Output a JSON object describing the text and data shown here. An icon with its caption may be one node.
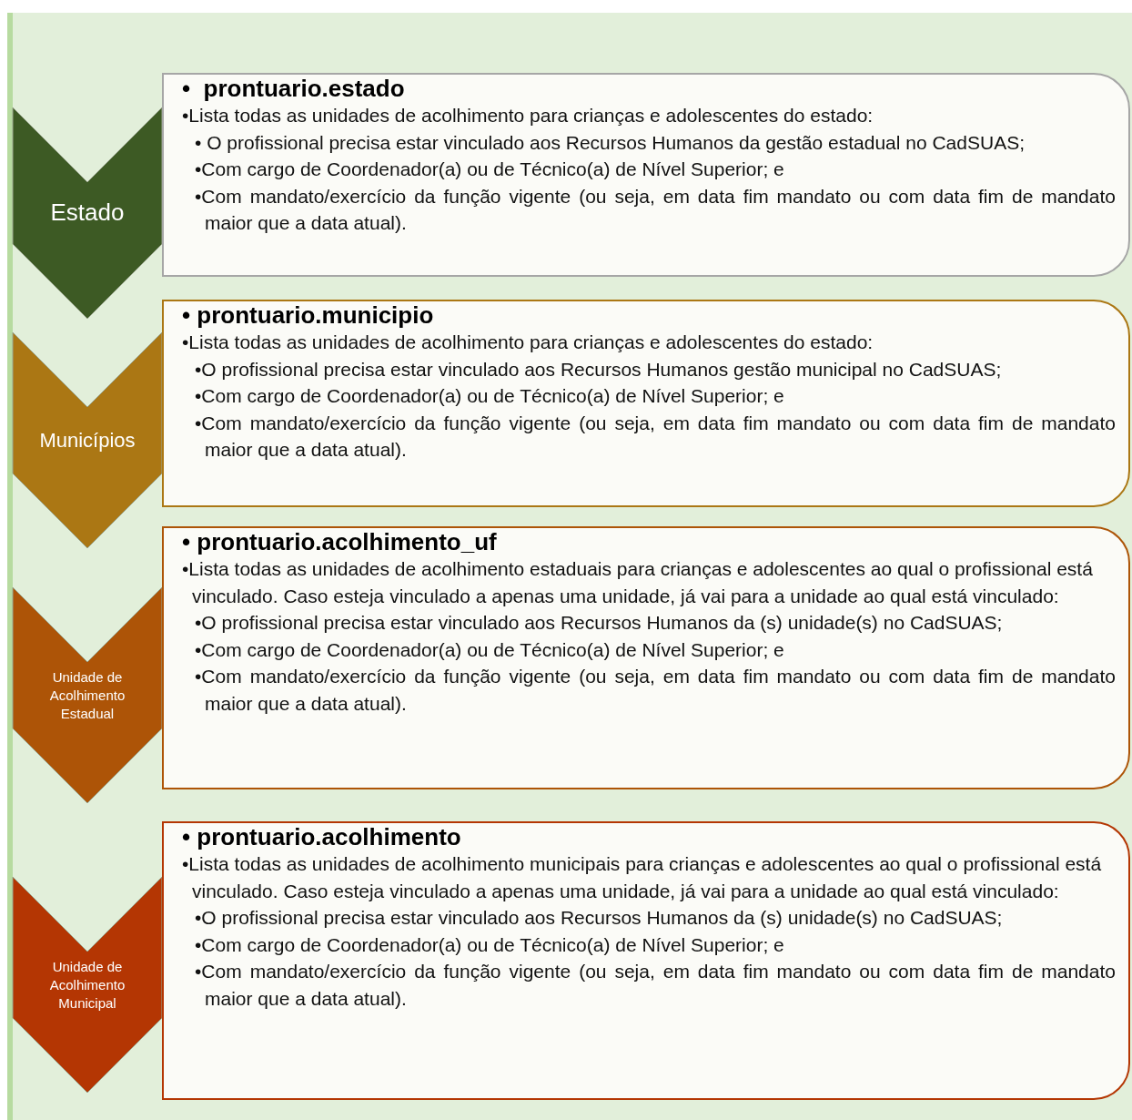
{
  "diagram": {
    "nodes": [
      {
        "text": [
          "Estado"
        ]
      },
      {
        "text": [
          "•  prontuario.estado",
          "•Lista todas as unidades de acolhimento para crianças e adolescentes do estado:",
          "• O profissional precisa estar vinculado aos Recursos Humanos da gestão estadual no CadSUAS;",
          "•Com cargo de Coordenador(a) ou de Técnico(a) de Nível Superior; e",
          "•Com mandato/exercício da função vigente (ou seja, em data fim mandato ou com data fim de mandato maior que a data atual)."
        ]
      },
      {
        "text": [
          "Municípios"
        ]
      },
      {
        "text": [
          "• prontuario.municipio",
          "•Lista todas as unidades de acolhimento para crianças e adolescentes do estado:",
          "•O profissional precisa estar vinculado aos Recursos Humanos gestão municipal no CadSUAS;",
          "•Com cargo de Coordenador(a) ou de Técnico(a) de Nível Superior; e",
          "•Com mandato/exercício da função vigente (ou seja, em data fim mandato ou com data fim de mandato maior que a data atual)."
        ]
      },
      {
        "text": [
          "Unidade de Acolhimento Estadual"
        ]
      },
      {
        "text": [
          "• prontuario.acolhimento_uf",
          "•Lista todas as unidades de acolhimento estaduais para crianças e adolescentes ao qual o profissional está vinculado. Caso esteja vinculado a apenas uma unidade, já vai para a unidade ao qual está vinculado:",
          "•O profissional precisa estar vinculado aos Recursos Humanos da (s) unidade(s) no CadSUAS;",
          "•Com cargo de Coordenador(a) ou de Técnico(a) de Nível Superior; e",
          "•Com mandato/exercício da função vigente (ou seja, em data fim mandato ou com data fim de mandato maior que a data atual)."
        ]
      },
      {
        "text": [
          "Unidade de Acolhimento Municipal"
        ]
      },
      {
        "text": [
          "• prontuario.acolhimento",
          "•Lista todas as unidades de acolhimento municipais para crianças e adolescentes ao qual o profissional está vinculado. Caso esteja vinculado a apenas uma unidade, já vai para a unidade ao qual está vinculado:",
          "•O profissional precisa estar vinculado aos Recursos Humanos da (s) unidade(s) no CadSUAS;",
          "•Com cargo de Coordenador(a) ou de Técnico(a) de Nível Superior; e",
          "•Com mandato/exercício da função vigente (ou seja, em data fim mandato ou com data fim de mandato maior que a data atual)."
        ]
      }
    ]
  }
}
